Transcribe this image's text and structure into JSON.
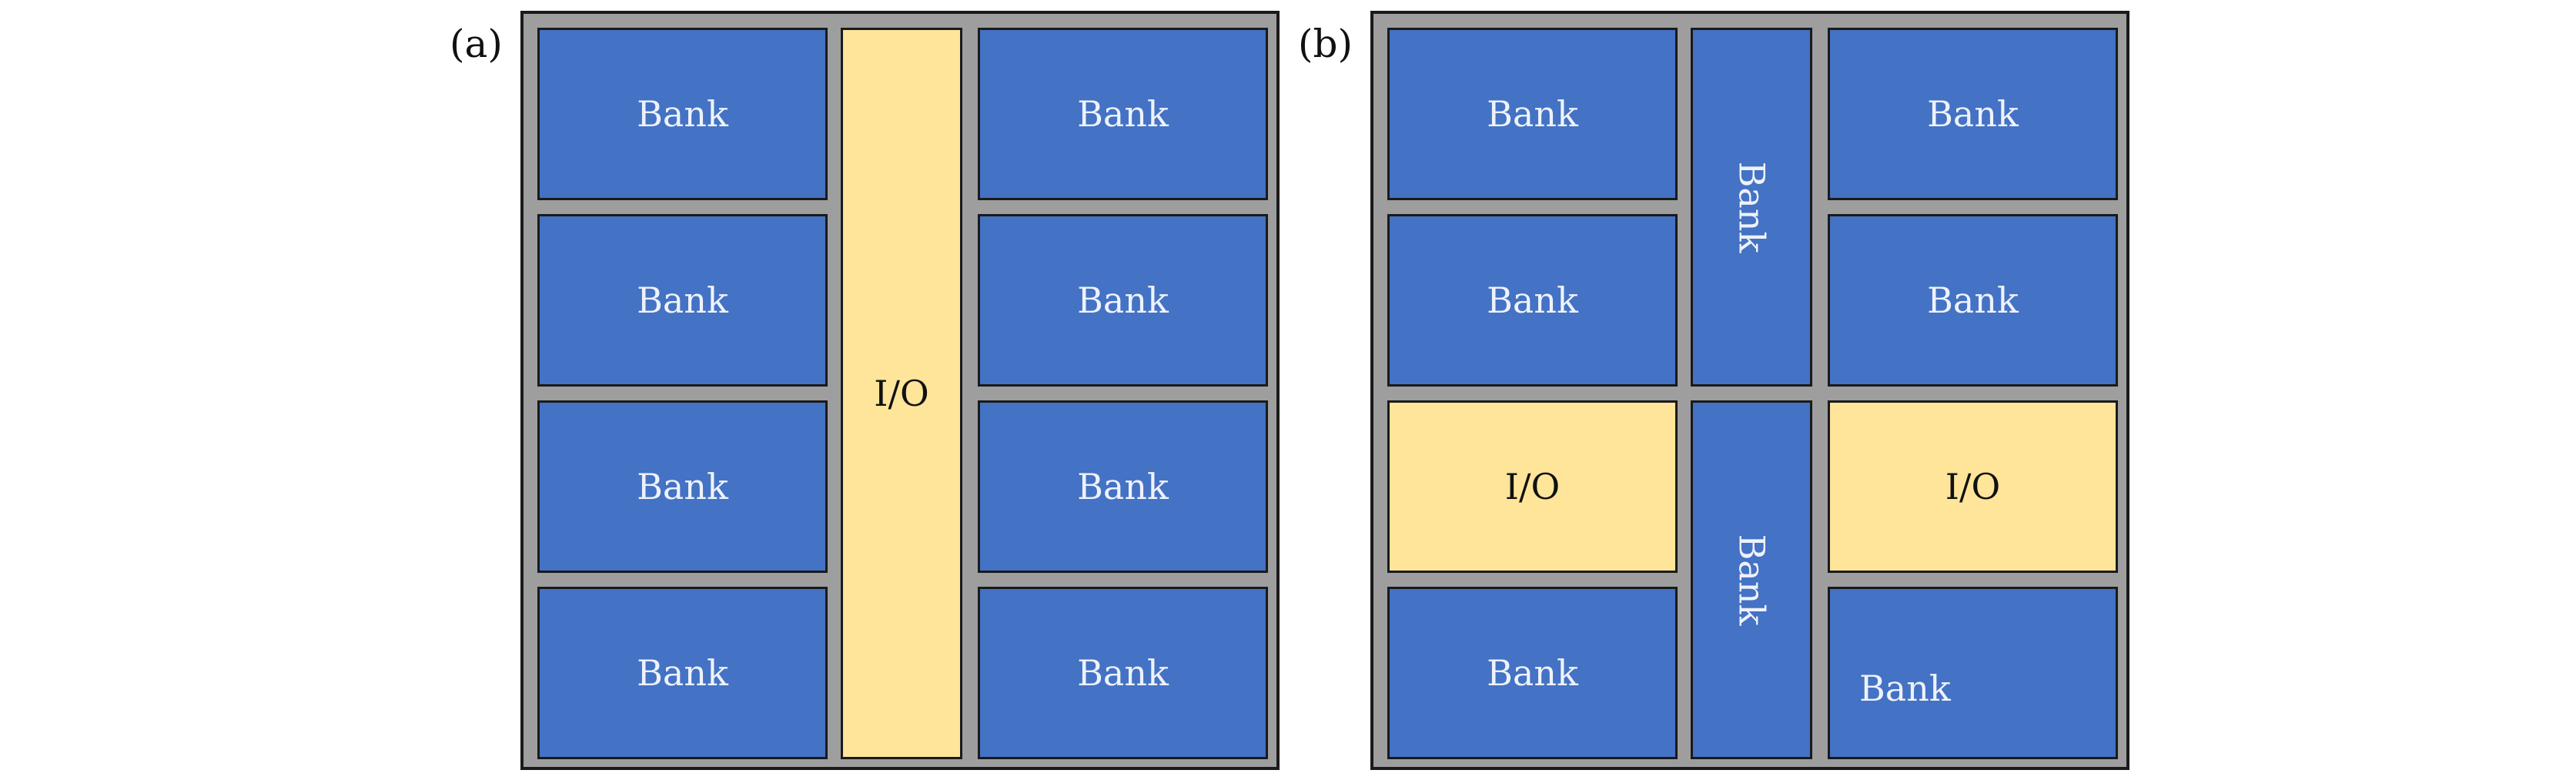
{
  "panel_a": {
    "label": "(a)",
    "bank_label": "Bank",
    "io_label": "I/O"
  },
  "panel_b": {
    "label": "(b)",
    "bank_label": "Bank",
    "io_label": "I/O"
  },
  "colors": {
    "bank": "#4472c4",
    "io": "#fee599",
    "chip_background": "#9e9e9e",
    "border": "#1a1a1a"
  }
}
